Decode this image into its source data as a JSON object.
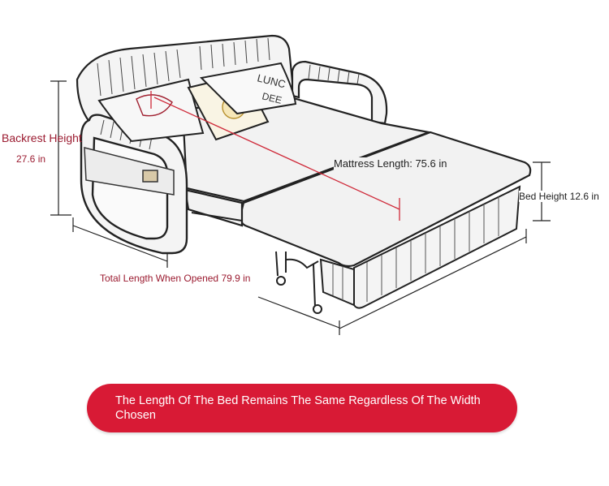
{
  "labels": {
    "backrest_title": "Backrest Height",
    "backrest_value": "27.6 in",
    "mattress_length": "Mattress Length: 75.6 in",
    "bed_height": "Bed Height 12.6 in",
    "total_length": "Total Length When Opened 79.9 in"
  },
  "pillow_text": {
    "left": "LUNC",
    "right": "DEE"
  },
  "banner": {
    "text": "The Length Of The Bed Remains The Same Regardless Of The Width Chosen"
  },
  "colors": {
    "accent": "#d81a35",
    "label_red": "#9b1b30",
    "guide_red": "#cf2a3a"
  }
}
